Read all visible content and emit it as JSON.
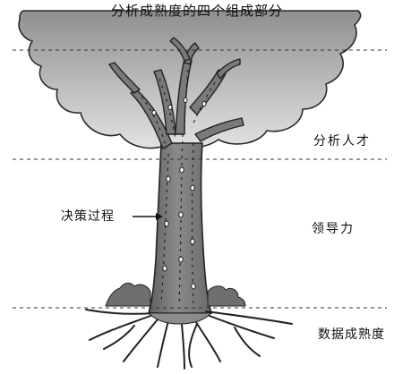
{
  "title": "分析成熟度的四个组成部分",
  "labels": {
    "analytics_talent": "分析人才",
    "leadership": "领导力",
    "decision_process": "决策过程",
    "data_maturity": "数据成熟度"
  },
  "colors": {
    "canopy_top": "#9a9a9a",
    "canopy_bottom": "#e6e6e6",
    "trunk": "#7d7d7d",
    "outline": "#222222",
    "grass": "#6f6f6f"
  },
  "icons": {
    "arrow": "right-arrow-icon"
  }
}
